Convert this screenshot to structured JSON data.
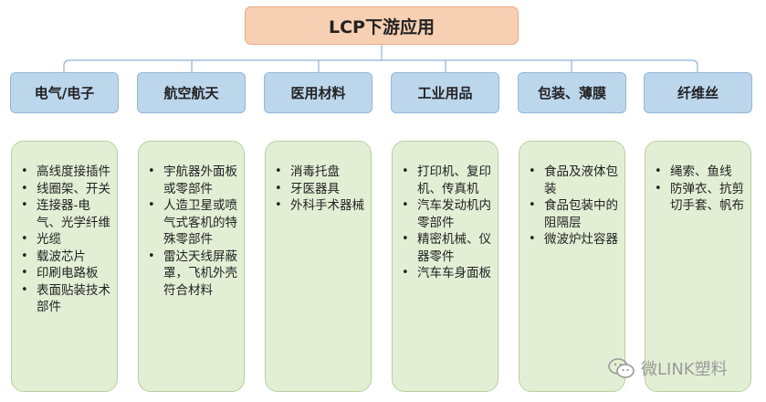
{
  "title": "LCP下游应用",
  "categories": [
    {
      "label": "电气/电子",
      "items": [
        "高线度接插件",
        "线圈架、开关",
        "连接器-电气、光学纤维",
        "光缆",
        "载波芯片",
        "印刷电路板",
        "表面贴装技术部件"
      ]
    },
    {
      "label": "航空航天",
      "items": [
        "宇航器外面板或零部件",
        "人造卫星或喷气式客机的特殊零部件",
        "雷达天线屏蔽罩，飞机外壳符合材料"
      ]
    },
    {
      "label": "医用材料",
      "items": [
        "消毒托盘",
        "牙医器具",
        "外科手术器械"
      ]
    },
    {
      "label": "工业用品",
      "items": [
        "打印机、复印机、传真机",
        "汽车发动机内零部件",
        "精密机械、仪器零件",
        "汽车车身面板"
      ]
    },
    {
      "label": "包装、薄膜",
      "items": [
        "食品及液体包装",
        "食品包装中的阻隔层",
        "微波炉灶容器"
      ]
    },
    {
      "label": "纤维丝",
      "items": [
        "绳索、鱼线",
        "防弹衣、抗剪切手套、帆布"
      ]
    }
  ],
  "watermark": {
    "text": "微LINK塑料",
    "icon": "wechat-icon"
  },
  "colors": {
    "root_fill": "#f7cfb2",
    "category_fill": "#bcd6ec",
    "card_fill": "#e3efd5",
    "connector": "#8fb0d2"
  }
}
